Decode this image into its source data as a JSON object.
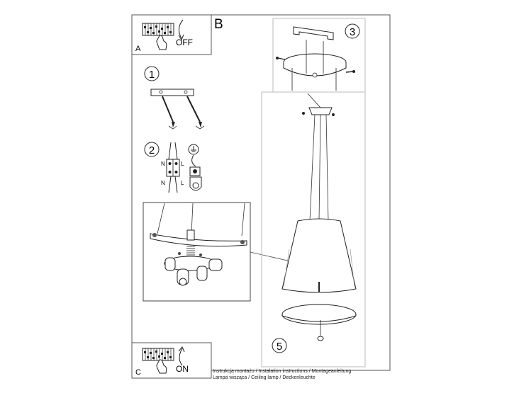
{
  "panel_b_label": "B",
  "panel_a": {
    "letter": "A",
    "action": "OFF"
  },
  "panel_c": {
    "letter": "C",
    "action": "ON"
  },
  "steps": [
    "1",
    "2",
    "3",
    "5"
  ],
  "terminal_labels": {
    "neutral": "N",
    "live": "L"
  },
  "footer": {
    "line1": "Instrukcja montażu / Instalation instructions / Montageanleitung",
    "line2": "Lampa wisząca / Ceiling lamp / Deckenleuchte"
  }
}
